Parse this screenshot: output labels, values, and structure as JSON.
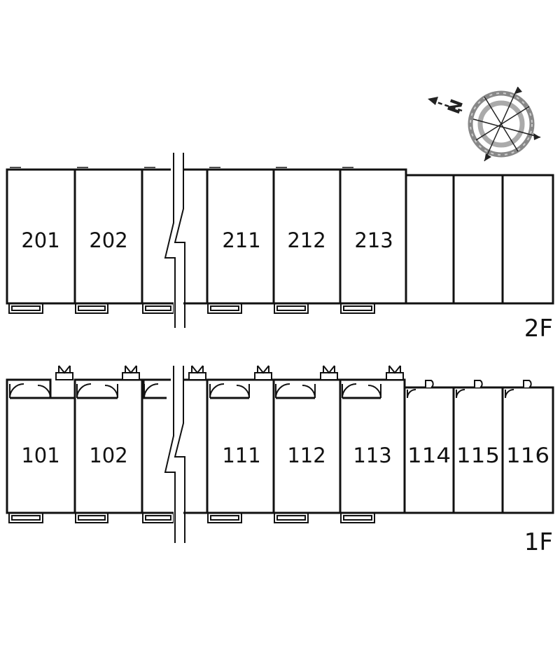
{
  "compass": {
    "label": "N"
  },
  "floors": [
    {
      "id": "2F",
      "label": "2F",
      "units": [
        "201",
        "202",
        "",
        "211",
        "212",
        "213",
        "",
        "",
        ""
      ]
    },
    {
      "id": "1F",
      "label": "1F",
      "units": [
        "101",
        "102",
        "",
        "111",
        "112",
        "113",
        "114",
        "115",
        "116"
      ]
    }
  ]
}
